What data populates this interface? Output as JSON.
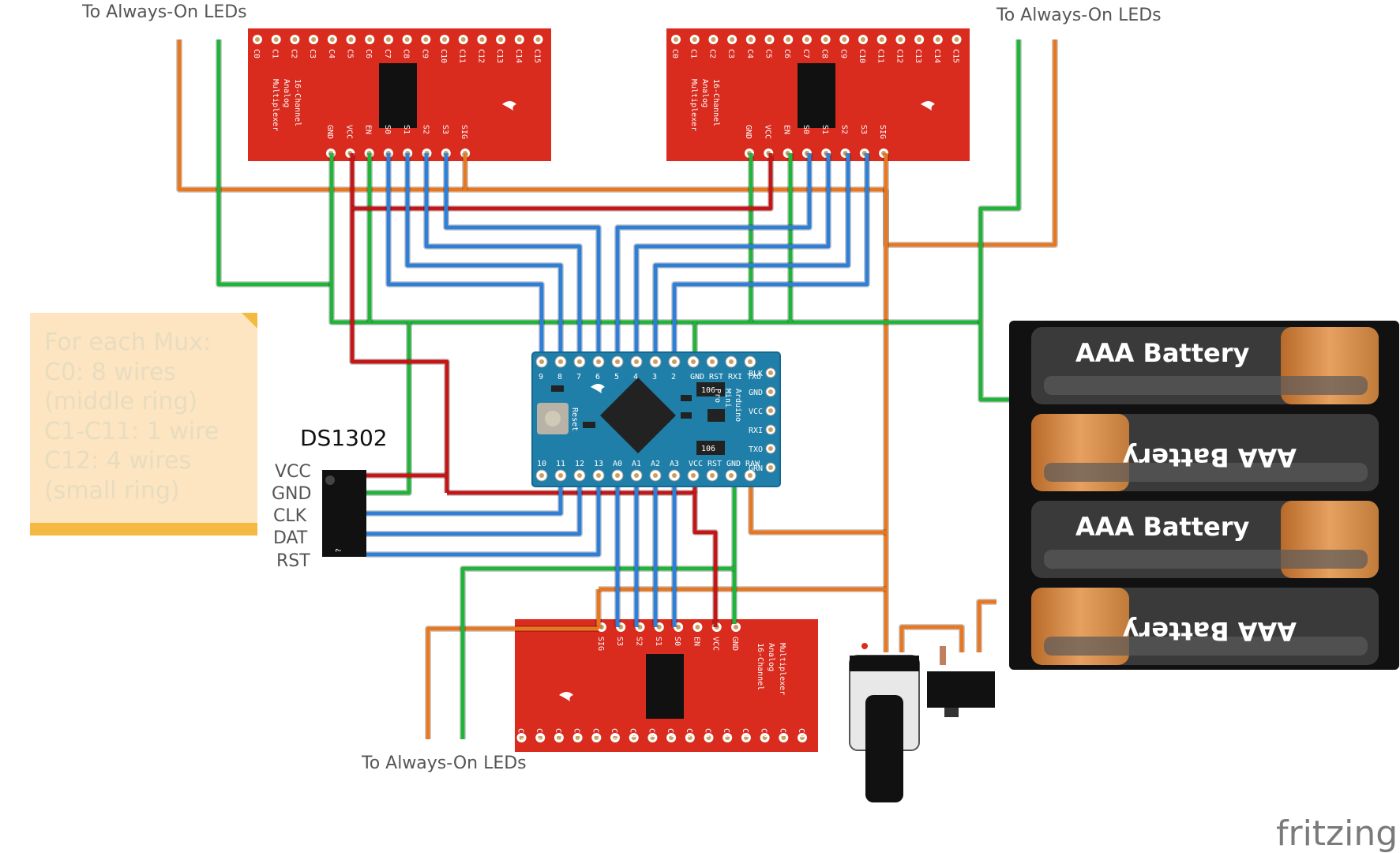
{
  "labels": {
    "always_on_top_left": "To Always-On LEDs",
    "always_on_top_right": "To Always-On LEDs",
    "always_on_bottom": "To Always-On LEDs"
  },
  "note": {
    "lines": [
      "For each Mux:",
      "C0: 8 wires",
      "(middle ring)",
      "C1-C11: 1 wire",
      "C12: 4 wires",
      "(small ring)"
    ]
  },
  "rtc": {
    "title": "DS1302",
    "pins": [
      "VCC",
      "GND",
      "CLK",
      "DAT",
      "RST"
    ]
  },
  "mux": {
    "name_lines": [
      "16-Channel",
      "Analog",
      "Multiplexer"
    ],
    "channels": [
      "C0",
      "C1",
      "C2",
      "C3",
      "C4",
      "C5",
      "C6",
      "C7",
      "C8",
      "C9",
      "C10",
      "C11",
      "C12",
      "C13",
      "C14",
      "C15"
    ],
    "control_pins": [
      "GND",
      "VCC",
      "EN",
      "S0",
      "S1",
      "S2",
      "S3",
      "SIG"
    ]
  },
  "arduino": {
    "name_lines": [
      "Arduino",
      "Mini",
      "Pro"
    ],
    "top_pins": [
      "9",
      "8",
      "7",
      "6",
      "5",
      "4",
      "3",
      "2",
      "GND",
      "RST",
      "RXI",
      "TXO"
    ],
    "bottom_pins": [
      "10",
      "11",
      "12",
      "13",
      "A0",
      "A1",
      "A2",
      "A3",
      "VCC",
      "RST",
      "GND",
      "RAW"
    ],
    "side_pins": [
      "BLK",
      "GND",
      "VCC",
      "RXI",
      "TXO",
      "GRN"
    ],
    "reset_label": "Reset",
    "chip_label": "106"
  },
  "batteries": {
    "label": "AAA Battery",
    "count": 4
  },
  "watermark": "fritzing",
  "colors": {
    "wire_orange": "#e87722",
    "wire_green": "#22b33a",
    "wire_red": "#c41616",
    "wire_blue": "#2f7fd6",
    "board_red": "#d92b1e",
    "board_blue": "#1f7fa8",
    "note_bg": "#fce5c0",
    "note_bar": "#f5b942"
  }
}
